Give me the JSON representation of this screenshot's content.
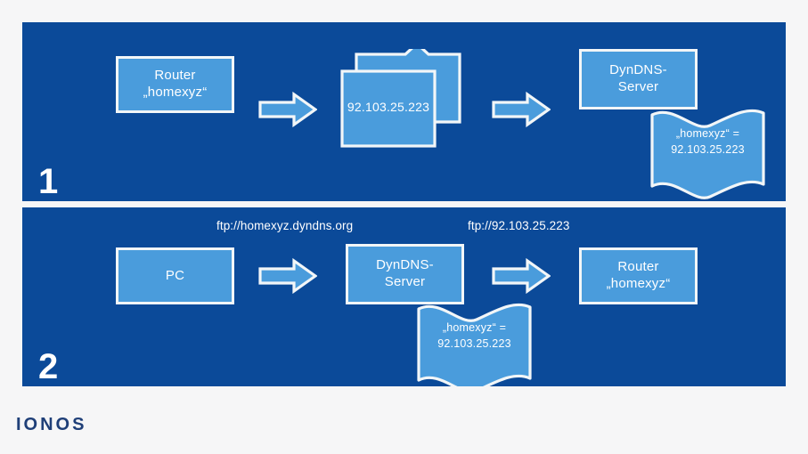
{
  "colors": {
    "page_background": "#f6f6f7",
    "panel_background": "#0b4a99",
    "node_fill": "#4a9cdc",
    "node_border": "#f2f6f8",
    "text": "#ffffff",
    "brand": "#1f3f78"
  },
  "brand": {
    "name": "IONOS"
  },
  "panels": [
    {
      "number": "1",
      "nodes": {
        "router": {
          "line1": "Router",
          "line2": "„homexyz“"
        },
        "packet_ip": "92.103.25.223",
        "dyndns": {
          "line1": "DynDNS-",
          "line2": "Server"
        }
      },
      "flag": {
        "line1": "„homexyz“",
        "line2": "=",
        "line3": "92.103.25.223"
      },
      "arrows": [
        {
          "name": "arrow-router-to-packet",
          "direction": "right"
        },
        {
          "name": "arrow-packet-to-dyndns",
          "direction": "right"
        }
      ]
    },
    {
      "number": "2",
      "captions": {
        "left": "ftp://homexyz.dyndns.org",
        "right": "ftp://92.103.25.223"
      },
      "nodes": {
        "pc": "PC",
        "dyndns": {
          "line1": "DynDNS-",
          "line2": "Server"
        },
        "router": {
          "line1": "Router",
          "line2": "„homexyz“"
        }
      },
      "flag": {
        "line1": "„homexyz“",
        "line2": "=",
        "line3": "92.103.25.223"
      },
      "arrows": [
        {
          "name": "arrow-pc-to-dyndns",
          "direction": "right"
        },
        {
          "name": "arrow-dyndns-to-router",
          "direction": "right"
        }
      ]
    }
  ]
}
